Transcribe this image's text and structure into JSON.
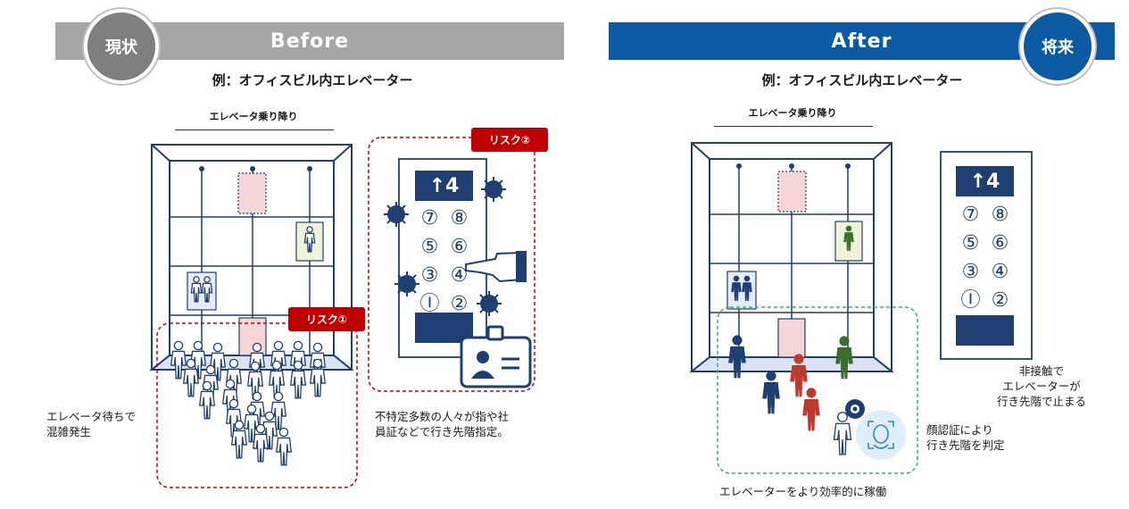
{
  "colors": {
    "before_banner": "#a6a6a6",
    "before_badge": "#7f7f7f",
    "after_banner": "#0b5aa3",
    "after_badge": "#0b5aa3",
    "navy": "#1f3f73",
    "risk": "#c00000",
    "green_dash": "#2fb36a",
    "person_red": "#c0392b",
    "person_green": "#3a6e2a"
  },
  "before": {
    "badge": "現状",
    "title": "Before",
    "subtitle": "例：オフィスビル内エレベーター",
    "section_label": "エレベータ乗り降り",
    "risk1": "リスク①",
    "risk2": "リスク②",
    "caption_left": [
      "エレベータ待ちで",
      "混雑発生"
    ],
    "caption_right": [
      "不特定多数の人々が指や社",
      "員証などで行き先階指定。"
    ],
    "panel": {
      "display": "↑4",
      "buttons": [
        "⑦",
        "⑧",
        "⑤",
        "⑥",
        "③",
        "④",
        "Ⓘ",
        "②"
      ]
    }
  },
  "after": {
    "badge": "将来",
    "title": "After",
    "subtitle": "例：オフィスビル内エレベーター",
    "section_label": "エレベータ乗り降り",
    "caption_panel": [
      "非接触で",
      "エレベーターが",
      "行き先階で止まる"
    ],
    "caption_face": [
      "顔認証により",
      "行き先階を判定"
    ],
    "caption_bottom": "エレベーターをより効率的に稼働",
    "panel": {
      "display": "↑4",
      "buttons": [
        "⑦",
        "⑧",
        "⑤",
        "⑥",
        "③",
        "④",
        "Ⓘ",
        "②"
      ]
    }
  }
}
